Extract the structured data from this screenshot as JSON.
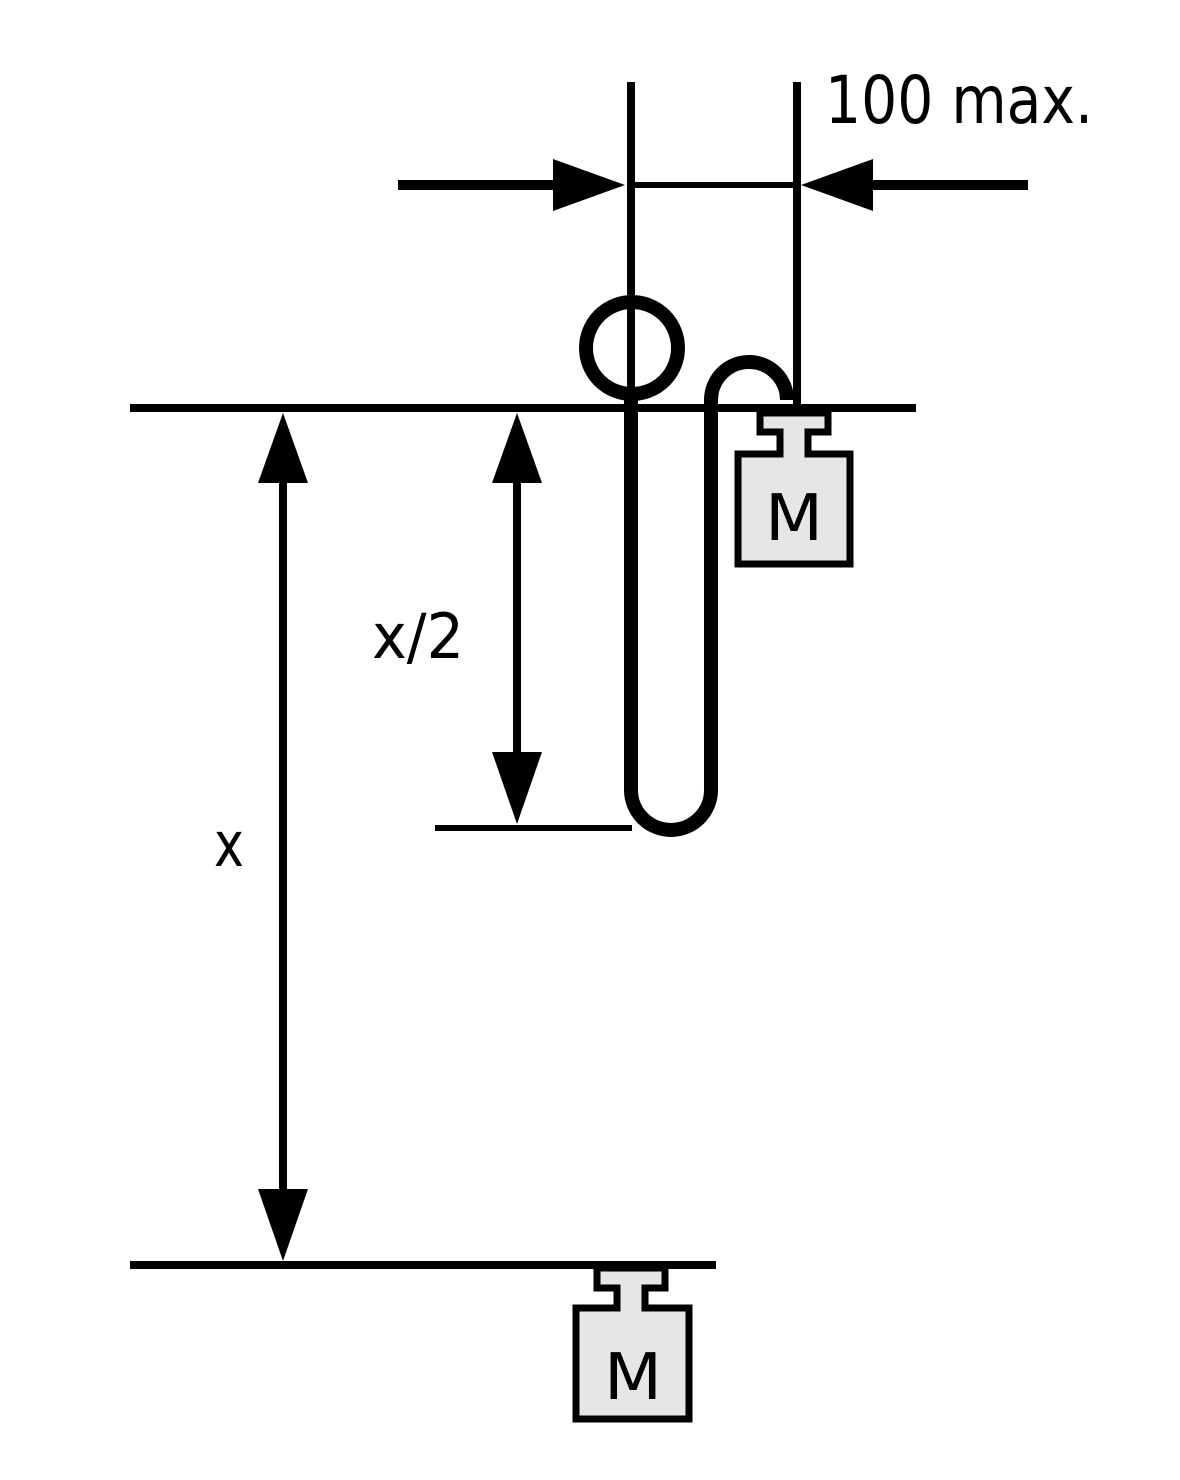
{
  "labels": {
    "width_limit": "100 max.",
    "half_drop": "x/2",
    "full_drop": "x",
    "mass_top": "M",
    "mass_bottom": "M"
  },
  "colors": {
    "ink": "#000000",
    "weight_fill": "#e6e6e6",
    "background": "#ffffff"
  }
}
